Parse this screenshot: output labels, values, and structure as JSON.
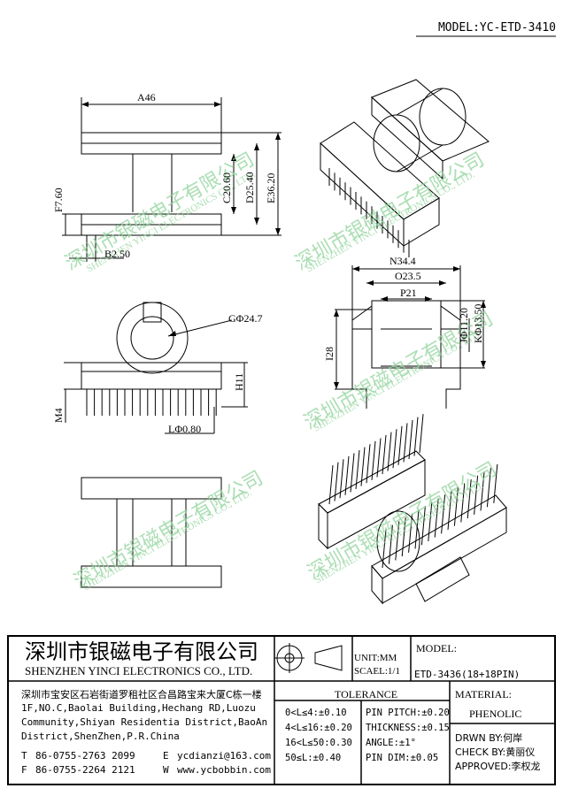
{
  "header": {
    "model": "MODEL:YC-ETD-3410"
  },
  "dims": {
    "a": "A46",
    "f": "F7.60",
    "b": "B2.50",
    "c": "C20.60",
    "d": "D25.40",
    "e": "E36.20",
    "g": "GΦ24.7",
    "h": "H11",
    "m": "M4",
    "l": "LΦ0.80",
    "n": "N34.4",
    "o": "O23.5",
    "p": "P21",
    "j": "JΦ11.20",
    "k": "KΦ13.50",
    "i": "I28"
  },
  "watermark": {
    "cn": "深圳市银磁电子有限公司",
    "en": "SHENZHEN YINCI ELECTRONICS CO., LTD."
  },
  "title_block": {
    "company_cn": "深圳市银磁电子有限公司",
    "company_en": "SHENZHEN YINCI ELECTRONICS CO., LTD.",
    "unit": "UNIT:MM",
    "scale": "SCAEL:1/1",
    "model_label": "MODEL:",
    "model_value": "ETD-3436(18+18PIN)",
    "address": [
      "深圳市宝安区石岩街道罗租社区合昌路宝来大厦C栋一楼",
      "1F,NO.C,Baolai Building,Hechang RD,Luozu",
      "Community,Shiyan Residentia District,BaoAn",
      "District,ShenZhen,P.R.China"
    ],
    "contact": [
      {
        "label": "T",
        "value": "86-0755-2763 2099",
        "label2": "E",
        "value2": "ycdianzi@163.com"
      },
      {
        "label": "F",
        "value": "86-0755-2264 2121",
        "label2": "W",
        "value2": "www.ycbobbin.com"
      }
    ],
    "tolerance_title": "TOLERANCE",
    "tolerance_left": [
      "0<L≤4:±0.10",
      "4<L≤16:±0.20",
      "16<L≤50:0.30",
      "50≤L:±0.40"
    ],
    "tolerance_right": [
      "PIN PITCH:±0.20",
      "THICKNESS:±0.15",
      "ANGLE:±1°",
      "PIN DIM:±0.05"
    ],
    "material_label": "MATERIAL:",
    "material_value": "PHENOLIC",
    "drawn_by": "DRWN BY:何岸",
    "check_by": "CHECK BY:黄丽仪",
    "approved": "APPROVED:李权龙"
  }
}
